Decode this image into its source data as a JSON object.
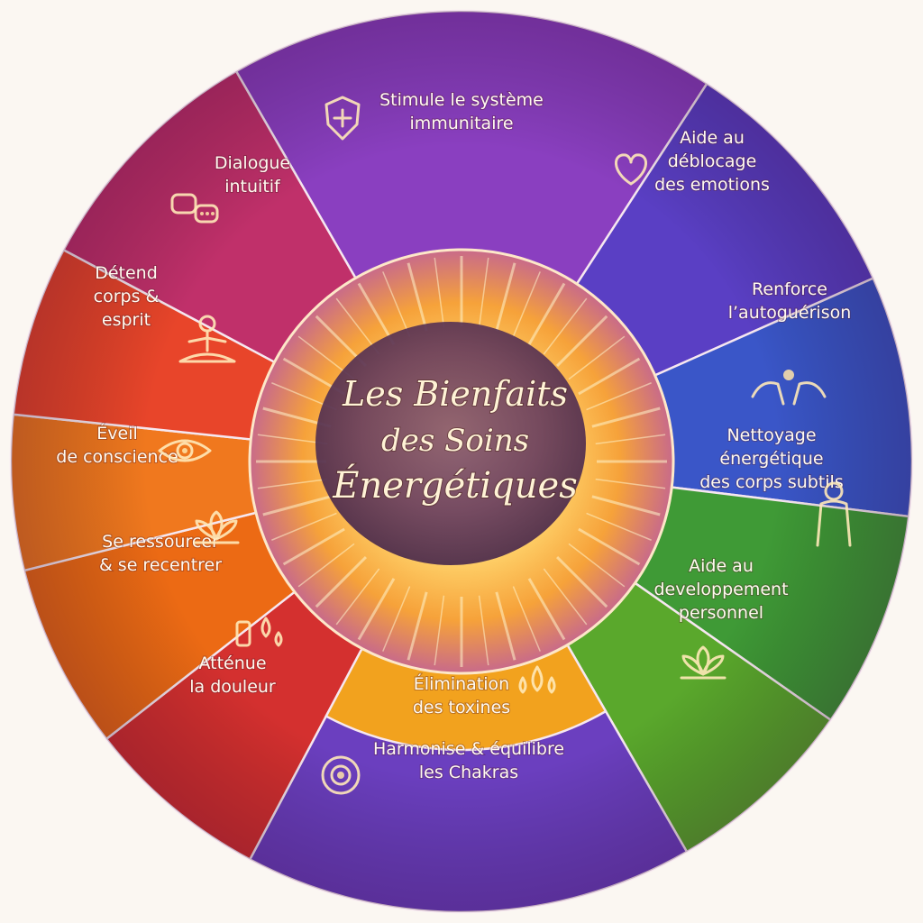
{
  "title": {
    "line1": "Les Bienfaits",
    "line2": "des Soins",
    "line3": "Énergétiques"
  },
  "segments": [
    {
      "id": "immunity",
      "lines": [
        "Stimule le système",
        "immunitaire"
      ],
      "color": "#8a3fc0",
      "icon": "shield-cross-icon"
    },
    {
      "id": "emotions",
      "lines": [
        "Aide au",
        "déblocage",
        "des emotions"
      ],
      "color": "#5a3fc4",
      "icon": "heart-hands-icon"
    },
    {
      "id": "self-healing",
      "lines": [
        "Renforce",
        "l’autoguérison"
      ],
      "color": "#3a56c8",
      "icon": "healing-hands-icon"
    },
    {
      "id": "cleansing",
      "lines": [
        "Nettoyage",
        "énergétique",
        "des corps subtils"
      ],
      "color": "#3f9a36",
      "icon": "body-silhouette-icon"
    },
    {
      "id": "personal-dev",
      "lines": [
        "Aide au",
        "developpement",
        "personnel"
      ],
      "color": "#5aa82c",
      "icon": "lotus-leaves-icon"
    },
    {
      "id": "chakras",
      "lines": [
        "Harmonise & équilibre",
        "les Chakras"
      ],
      "color": "#6b3fbf",
      "icon": "chakra-icon"
    },
    {
      "id": "pain",
      "lines": [
        "Atténue",
        "la douleur"
      ],
      "color": "#d4302f",
      "icon": "bottle-drops-icon"
    },
    {
      "id": "recharge",
      "lines": [
        "Se ressourcer",
        "& se recentrer"
      ],
      "color": "#ec6a14",
      "icon": "lotus-icon"
    },
    {
      "id": "awakening",
      "lines": [
        "Éveil",
        "de conscience"
      ],
      "color": "#f0781e",
      "icon": "eye-icon"
    },
    {
      "id": "relax",
      "lines": [
        "Détend",
        "corps &",
        "esprit"
      ],
      "color": "#e8452a",
      "icon": "meditation-icon"
    },
    {
      "id": "intuitive",
      "lines": [
        "Dialogue",
        "intuitif"
      ],
      "color": "#c0306a",
      "icon": "speech-bubbles-icon"
    }
  ],
  "inner": {
    "lines": [
      "Élimination",
      "des toxines"
    ],
    "icon": "drops-icon",
    "color": "#f2a21e"
  }
}
